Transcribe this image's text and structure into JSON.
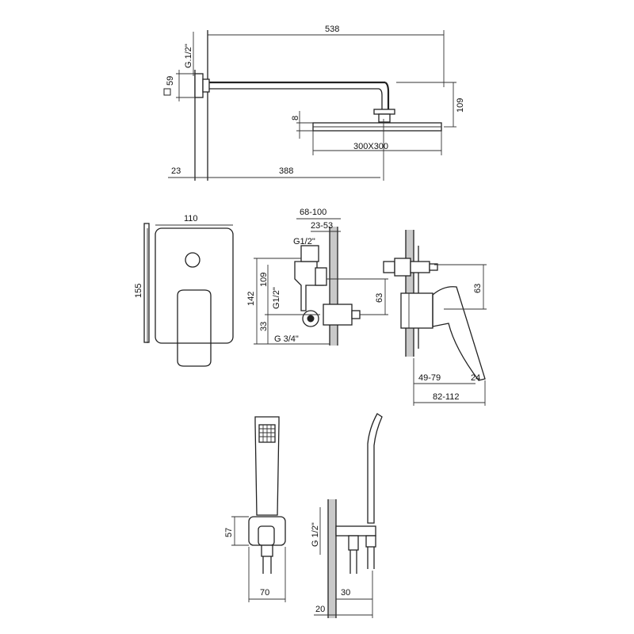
{
  "overhead_shower": {
    "arm_length": "538",
    "wall_offset": "23",
    "head_offset": "388",
    "drop": "109",
    "head_size": "300X300",
    "head_thickness": "8",
    "flange": "59",
    "thread": "G.1/2\""
  },
  "mixer_front": {
    "width": "110",
    "height": "155"
  },
  "valve_body": {
    "depth": "68-100",
    "cover_depth": "23-53",
    "thread_top": "G1/2\"",
    "height_total": "142",
    "thread_side": "G1/2\"",
    "height_upper": "109",
    "outlet_height": "63",
    "lower_height": "33",
    "thread_bottom": "G 3/4\""
  },
  "mixer_side": {
    "height": "63",
    "projection": "49-79",
    "handle_angle": "24",
    "total_depth": "82-112"
  },
  "hand_shower": {
    "bracket_height": "57",
    "bracket_width": "70"
  },
  "bracket_side": {
    "thread": "G 1/2\"",
    "depth": "30",
    "offset": "20"
  }
}
